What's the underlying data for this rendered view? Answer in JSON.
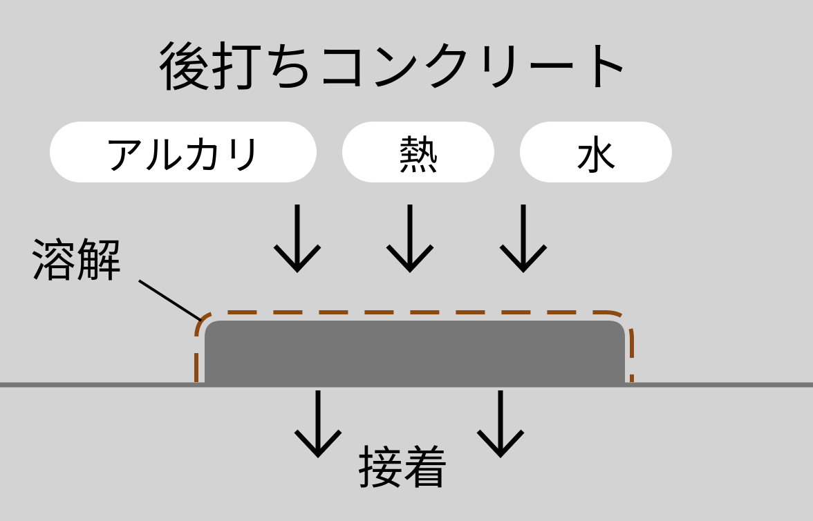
{
  "title": "後打ちコンクリート",
  "factors": {
    "alkali": "アルカリ",
    "heat": "熱",
    "water": "水"
  },
  "labels": {
    "dissolve": "溶解",
    "adhere": "接着"
  },
  "colors": {
    "background": "#d3d3d3",
    "block": "#777777",
    "ground_line": "#777777",
    "dashed_outline": "#8c4a12",
    "pill": "#ffffff",
    "arrow": "#000000"
  }
}
